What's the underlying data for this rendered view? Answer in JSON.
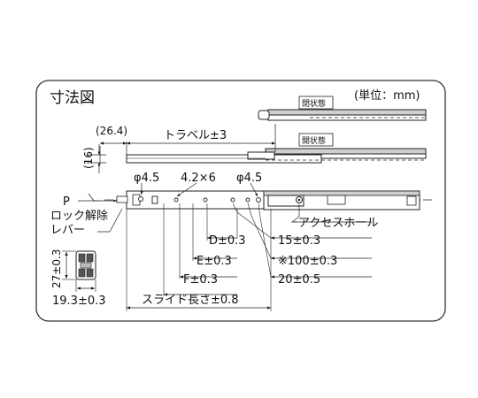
{
  "title": "寸法図",
  "unit": "(単位：mm)",
  "states": {
    "closed": "閉状態",
    "open": "開状態"
  },
  "dimensions": {
    "width_26_4": "(26.4)",
    "height_16": "(16)",
    "travel": "トラベル±3",
    "hole_dia_left": "φ4.5",
    "hole_slot": "4.2×6",
    "hole_dia_right": "φ4.5",
    "access_hole": "アクセスホール",
    "d": "D±0.3",
    "e": "E±0.3",
    "f": "F±0.3",
    "d15": "15±0.3",
    "d100": "※100±0.3",
    "d20": "20±0.5",
    "slide_length": "スライド長さ±0.8",
    "cross_height": "27±0.3",
    "cross_width": "19.3±0.3"
  },
  "lever": {
    "p": "P",
    "label1": "ロック解除",
    "label2": "レバー"
  }
}
